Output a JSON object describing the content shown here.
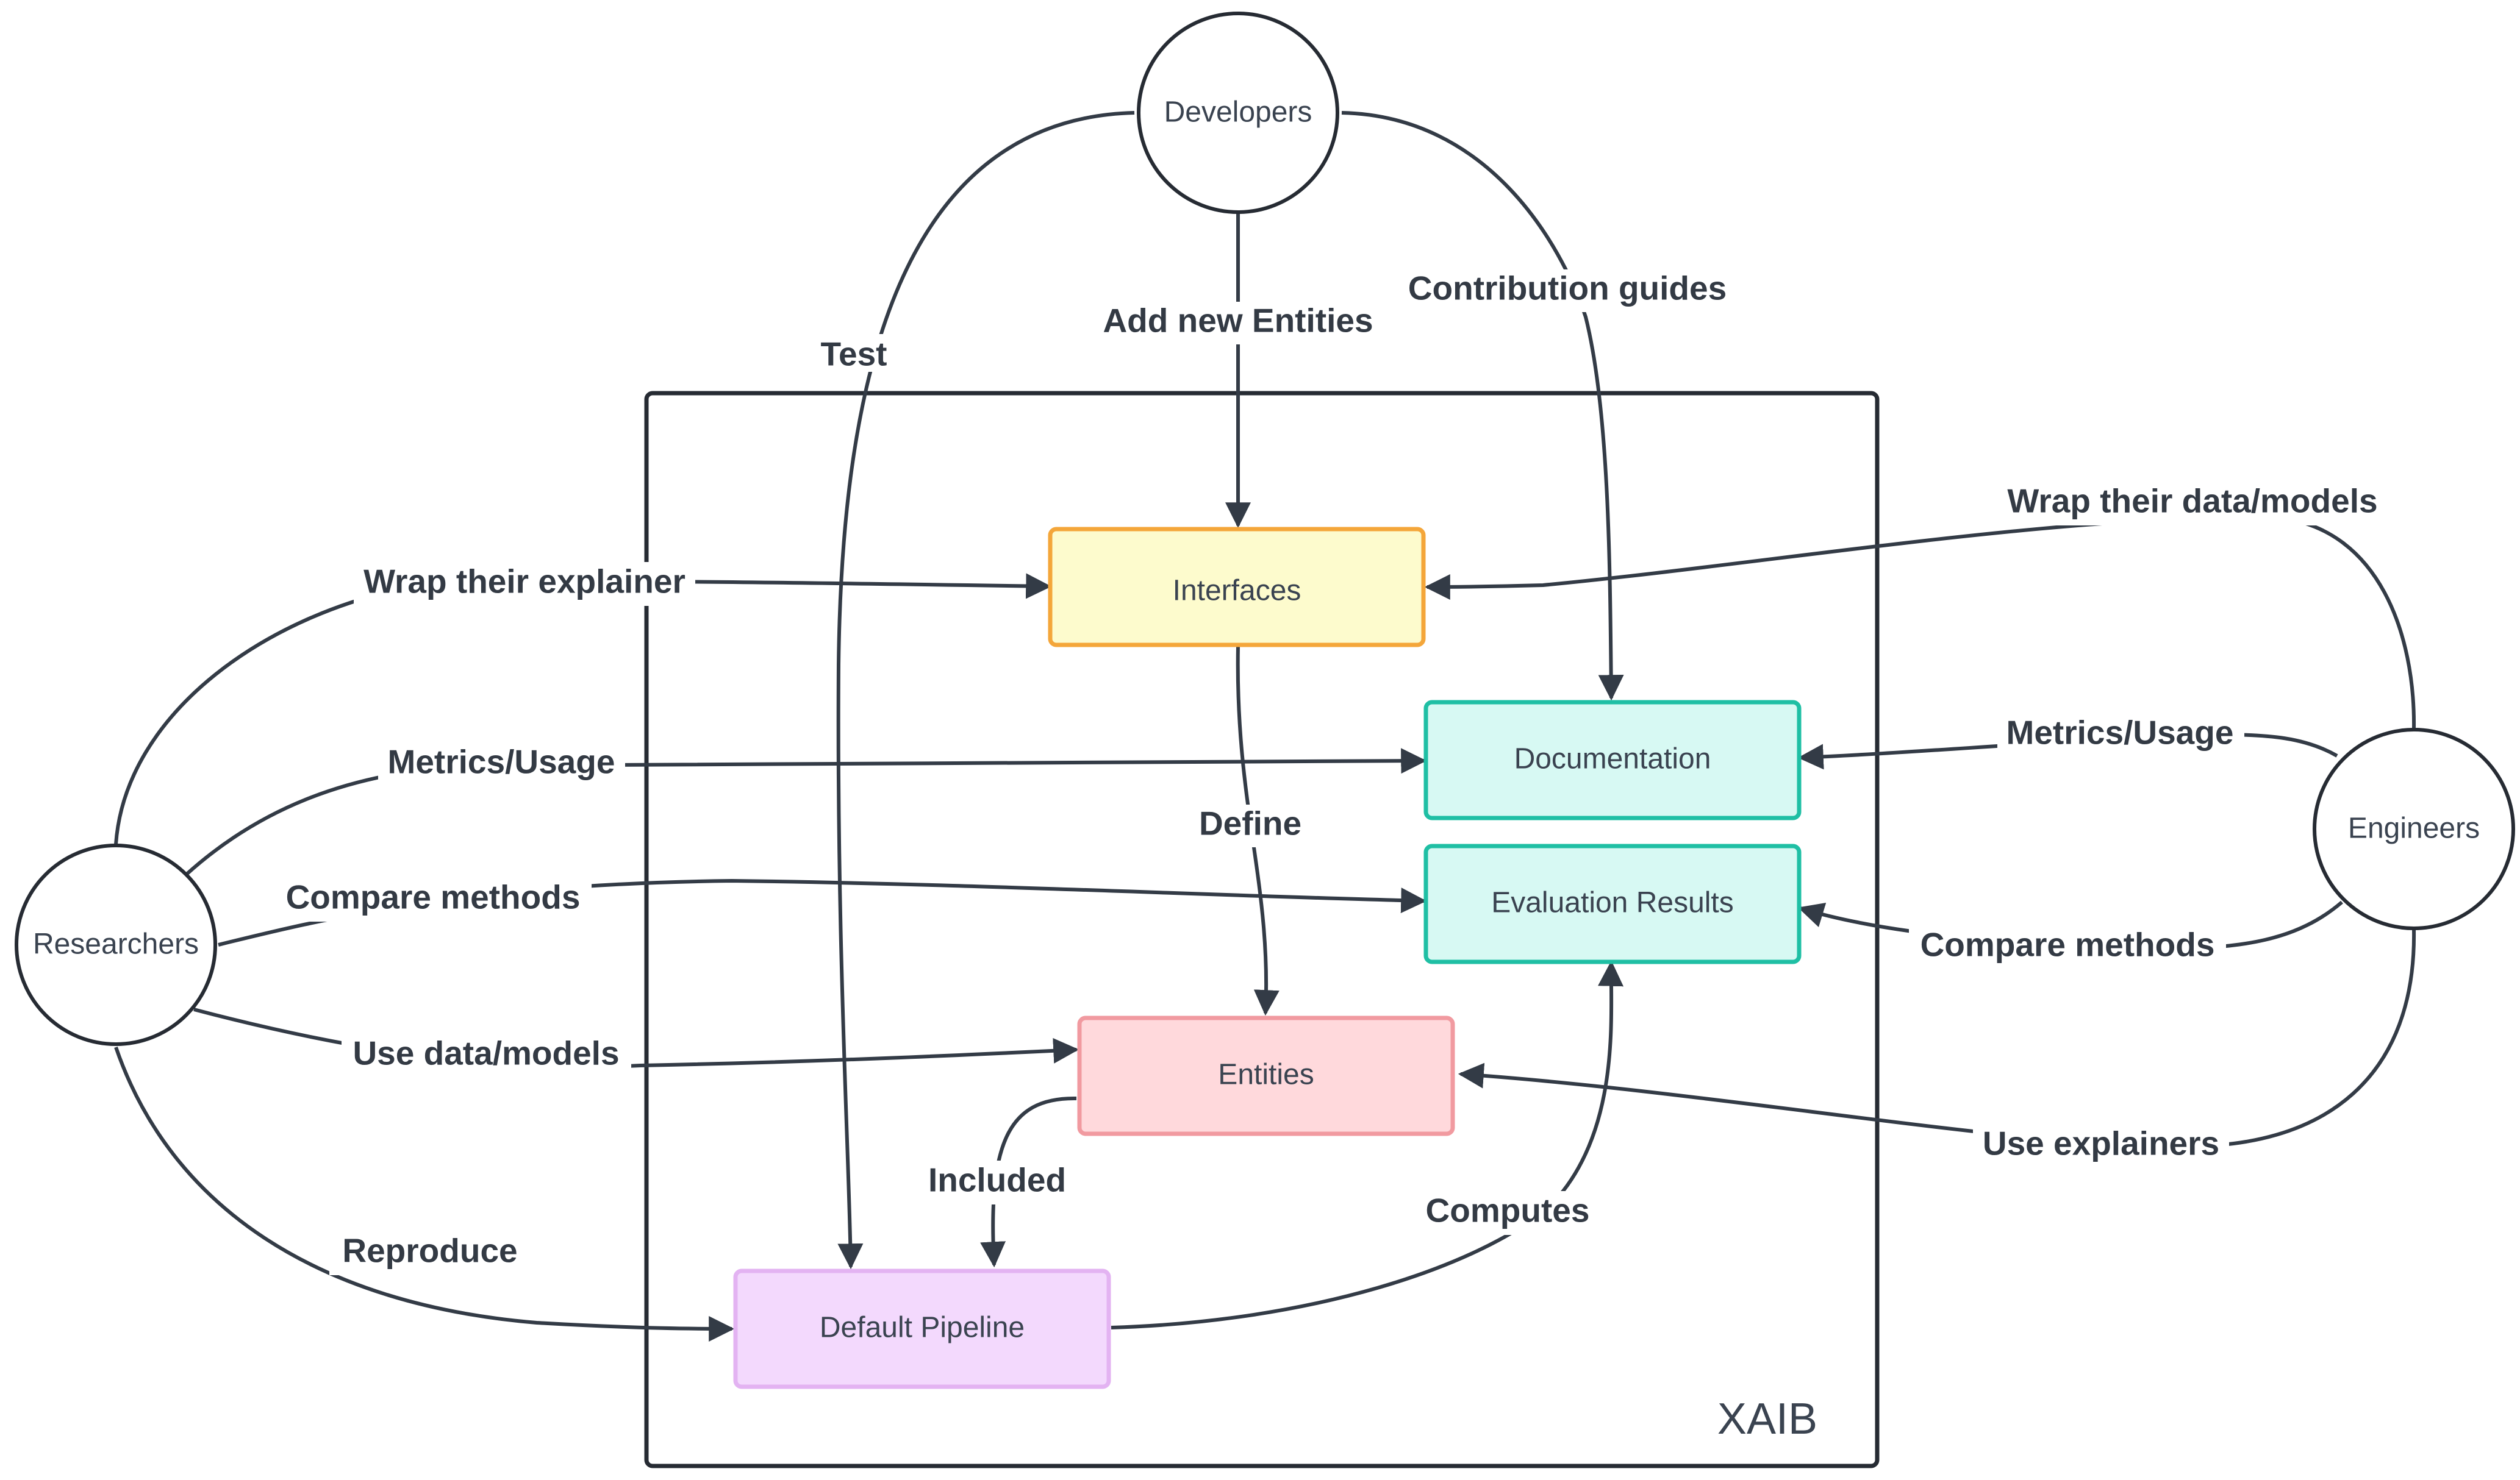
{
  "container": {
    "label": "XAIB"
  },
  "actors": {
    "developers": "Developers",
    "researchers": "Researchers",
    "engineers": "Engineers"
  },
  "boxes": {
    "interfaces": "Interfaces",
    "documentation": "Documentation",
    "evaluation_results": "Evaluation Results",
    "entities": "Entities",
    "default_pipeline": "Default Pipeline"
  },
  "colors": {
    "interfaces_fill": "#fdfbcd",
    "interfaces_stroke": "#f4a63a",
    "documentation_fill": "#d7f9f3",
    "documentation_stroke": "#1fbfa4",
    "entities_fill": "#ffd9dc",
    "entities_stroke": "#f19aa0",
    "pipeline_fill": "#f3d9fd",
    "pipeline_stroke": "#e3b3f2",
    "line": "#333b46"
  },
  "edges": {
    "test": "Test",
    "add_new_entities": "Add new Entities",
    "contribution_guides": "Contribution guides",
    "wrap_their_explainer": "Wrap their explainer",
    "wrap_their_data_models": "Wrap their data/models",
    "metrics_usage_left": "Metrics/Usage",
    "metrics_usage_right": "Metrics/Usage",
    "define": "Define",
    "compare_methods_left": "Compare methods",
    "compare_methods_right": "Compare methods",
    "use_data_models": "Use data/models",
    "use_explainers": "Use explainers",
    "included": "Included",
    "computes": "Computes",
    "reproduce": "Reproduce"
  }
}
